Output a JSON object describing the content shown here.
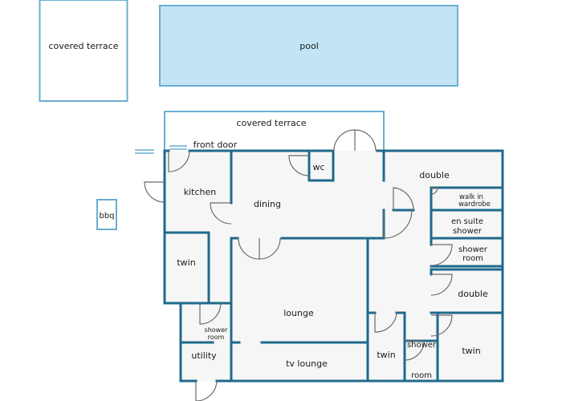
{
  "colors": {
    "wall": "#1f6a8c",
    "outline": "#6aaed0",
    "pool_fill": "#c3e4f5",
    "floor_fill": "#f6f6f6",
    "text": "#1a1a1a",
    "background": "#ffffff"
  },
  "labels": {
    "covered_terrace_left": "covered terrace",
    "pool": "pool",
    "covered_terrace_top": "covered terrace",
    "front_door": "front door",
    "wc": "wc",
    "double_top": "double",
    "walk_in_1": "walk in",
    "walk_in_2": "wardrobe",
    "kitchen": "kitchen",
    "dining": "dining",
    "bbq": "bbq",
    "en_suite_1": "en suite",
    "en_suite_2": "shower",
    "shower_room_1a": "shower",
    "shower_room_1b": "room",
    "twin_left": "twin",
    "double_mid": "double",
    "lounge": "lounge",
    "shower_room_2a": "shower",
    "shower_room_2b": "room",
    "utility": "utility",
    "tv_lounge": "tv lounge",
    "twin_bottom": "twin",
    "shower_room_3a": "shower",
    "shower_room_3b": "room",
    "twin_right": "twin"
  }
}
